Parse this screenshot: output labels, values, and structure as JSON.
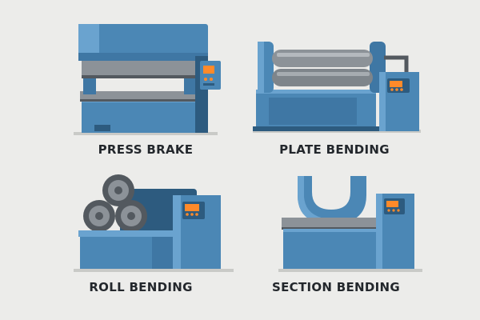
{
  "captions": {
    "press_brake": "PRESS BRAKE",
    "plate_bending": "PLATE BENDING",
    "roll_bending": "ROLL BENDING",
    "section_bending": "SECTION BENDING"
  },
  "icons": [
    "press-brake-icon",
    "plate-bending-icon",
    "roll-bending-icon",
    "section-bending-icon"
  ],
  "colors": {
    "background": "#ececea",
    "machine_blue": "#4b87b5",
    "machine_blue_light": "#6aa3cf",
    "machine_blue_dark": "#2d5b7f",
    "steel_gray": "#8c9298",
    "steel_dark": "#53595f",
    "display": "#ff8a2a",
    "shadow": "#c9cac7"
  }
}
